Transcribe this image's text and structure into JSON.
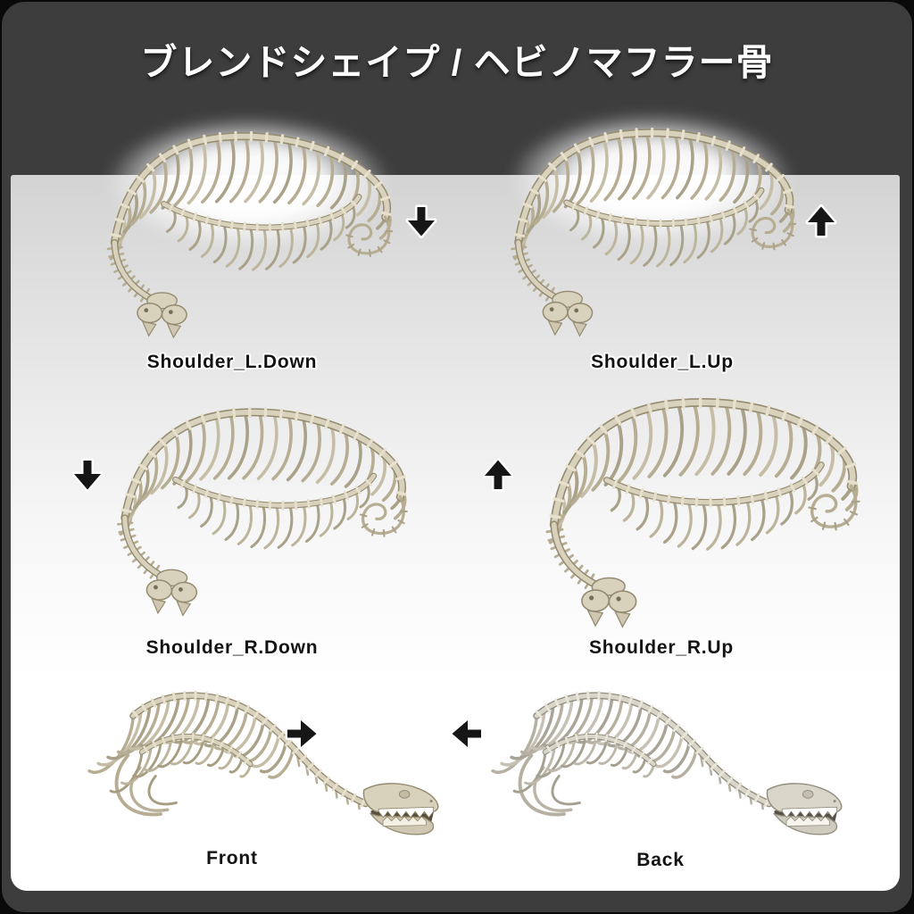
{
  "title": "ブレンドシェイプ / ヘビノマフラー骨",
  "figures": [
    {
      "label": "Shoulder_L.Down",
      "arrow": "down"
    },
    {
      "label": "Shoulder_L.Up",
      "arrow": "up"
    },
    {
      "label": "Shoulder_R.Down",
      "arrow": "down"
    },
    {
      "label": "Shoulder_R.Up",
      "arrow": "up"
    },
    {
      "label": "Front",
      "arrow": "right"
    },
    {
      "label": "Back",
      "arrow": "left"
    }
  ],
  "colors": {
    "card_background": "#3d3d3d",
    "panel_top": "#d3d3d3",
    "panel_bottom": "#ffffff",
    "title_text": "#ffffff",
    "label_text": "#131313",
    "arrow": "#161616",
    "bone": "#d8d1bc",
    "bone_shadow": "#948b70"
  }
}
